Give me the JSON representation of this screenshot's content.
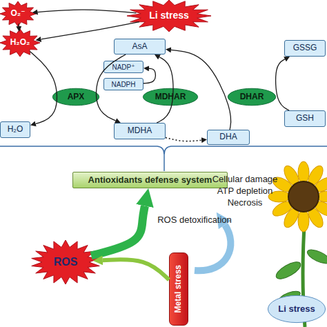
{
  "diagram": {
    "nodes": [
      {
        "text": [
          "O₂⁻"
        ]
      },
      {
        "text": [
          "Li stress"
        ]
      },
      {
        "text": [
          "H₂O₂"
        ]
      },
      {
        "text": [
          "AsA"
        ]
      },
      {
        "text": [
          "GSSG"
        ]
      },
      {
        "text": [
          "NADP⁺"
        ]
      },
      {
        "text": [
          "APX"
        ]
      },
      {
        "text": [
          "MDHAR"
        ]
      },
      {
        "text": [
          "DHAR"
        ]
      },
      {
        "text": [
          "NADPH"
        ]
      },
      {
        "text": [
          "GSH"
        ]
      },
      {
        "text": [
          "H₂O"
        ]
      },
      {
        "text": [
          "MDHA"
        ]
      },
      {
        "text": [
          "DHA"
        ]
      },
      {
        "text": [
          "Antioxidants defense system"
        ]
      },
      {
        "text": [
          "ROS"
        ]
      },
      {
        "text": [
          "Metal stress"
        ]
      },
      {
        "text": [
          "Li stress"
        ]
      }
    ],
    "edges": [
      {
        "from": 1,
        "to": 0,
        "arrow": "to"
      },
      {
        "from": 1,
        "to": 2,
        "arrow": "to"
      },
      {
        "from": 0,
        "to": 2,
        "arrow": "to"
      },
      {
        "from": 2,
        "to": 11,
        "arrow": "to"
      },
      {
        "from": 3,
        "to": 12,
        "arrow": "to"
      },
      {
        "from": 12,
        "to": 3,
        "arrow": "to"
      },
      {
        "from": 9,
        "to": 5,
        "arrow": "to"
      },
      {
        "from": 12,
        "to": 13,
        "arrow": "to"
      },
      {
        "from": 13,
        "to": 3,
        "arrow": "to"
      },
      {
        "from": 10,
        "to": 4,
        "arrow": "to"
      },
      {
        "from": 15,
        "to": 14,
        "label": "ROS detoxification",
        "arrow": "to"
      },
      {
        "from": 16,
        "to": 15,
        "arrow": "to"
      }
    ],
    "labels": [
      "Cellular damage",
      "ATP depletion",
      "Necrosis"
    ]
  }
}
